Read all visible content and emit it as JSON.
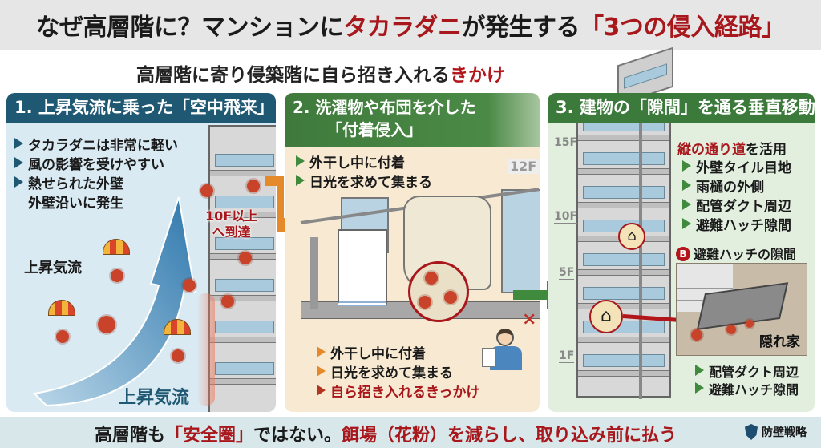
{
  "header": {
    "title_part1": "なぜ高層階に？マンションに",
    "title_highlight1": "タカラダニ",
    "title_part2": "が発生する",
    "title_highlight2": "「3つの侵入経路」",
    "subtitle_main": "高層階に寄り侵築階に自ら招き入れる",
    "subtitle_highlight": "きかけ"
  },
  "panels": [
    {
      "id": "panel-1",
      "title": "1. 上昇気流に乗った「空中飛来」",
      "header_color": "#1f5872",
      "bullets": [
        "タカラダニは非常に軽い",
        "風の影響を受けやすい",
        "熱せられた外壁",
        "外壁沿いに発生"
      ],
      "labels": {
        "updraft_top": "上昇気流",
        "updraft_bottom": "上昇気流",
        "reach_line1": "10F以上",
        "reach_line2": "へ到達"
      }
    },
    {
      "id": "panel-2",
      "title_line1": "2. 洗濯物や布団を介した",
      "title_line2": "「付着侵入」",
      "header_color": "#3f7a3c",
      "top_bullets": [
        "外干し中に付着",
        "日光を求めて集まる"
      ],
      "floor_label": "12F",
      "bottom_bullets": [
        "外干し中に付着",
        "日光を求めて集まる"
      ],
      "bottom_highlight": "自ら招き入れるきっかけ",
      "cross_mark": "×"
    },
    {
      "id": "panel-3",
      "title": "3. 建物の「隙間」を通る垂直移動",
      "header_color": "#3b7a3a",
      "route_highlight": "縦の通り道",
      "route_rest": "を活用",
      "bullets": [
        "外壁タイル目地",
        "雨樋の外側",
        "配管ダクト周辺",
        "避難ハッチ隙間"
      ],
      "floor_labels": [
        "15F",
        "10F",
        "5F",
        "1F"
      ],
      "hatch_badge": "B",
      "hatch_title": "避難ハッチの隙間",
      "hatch_label": "隠れ家",
      "bottom_bullets": [
        "配管ダクト周辺",
        "避難ハッチ隙間"
      ]
    }
  ],
  "footer": {
    "text_part1": "高層階も",
    "text_highlight1": "「安全圏」",
    "text_part2": "ではない。",
    "text_highlight2": "餌場（花粉）を減らし、取り込み前に払う",
    "brand": "防壁戦略"
  },
  "colors": {
    "accent_red": "#a8171b",
    "panel1_bg": "#d9eaf3",
    "panel2_bg": "#f8ead2",
    "panel3_bg": "#e2efdf",
    "footer_bg": "#d7e7ea"
  }
}
